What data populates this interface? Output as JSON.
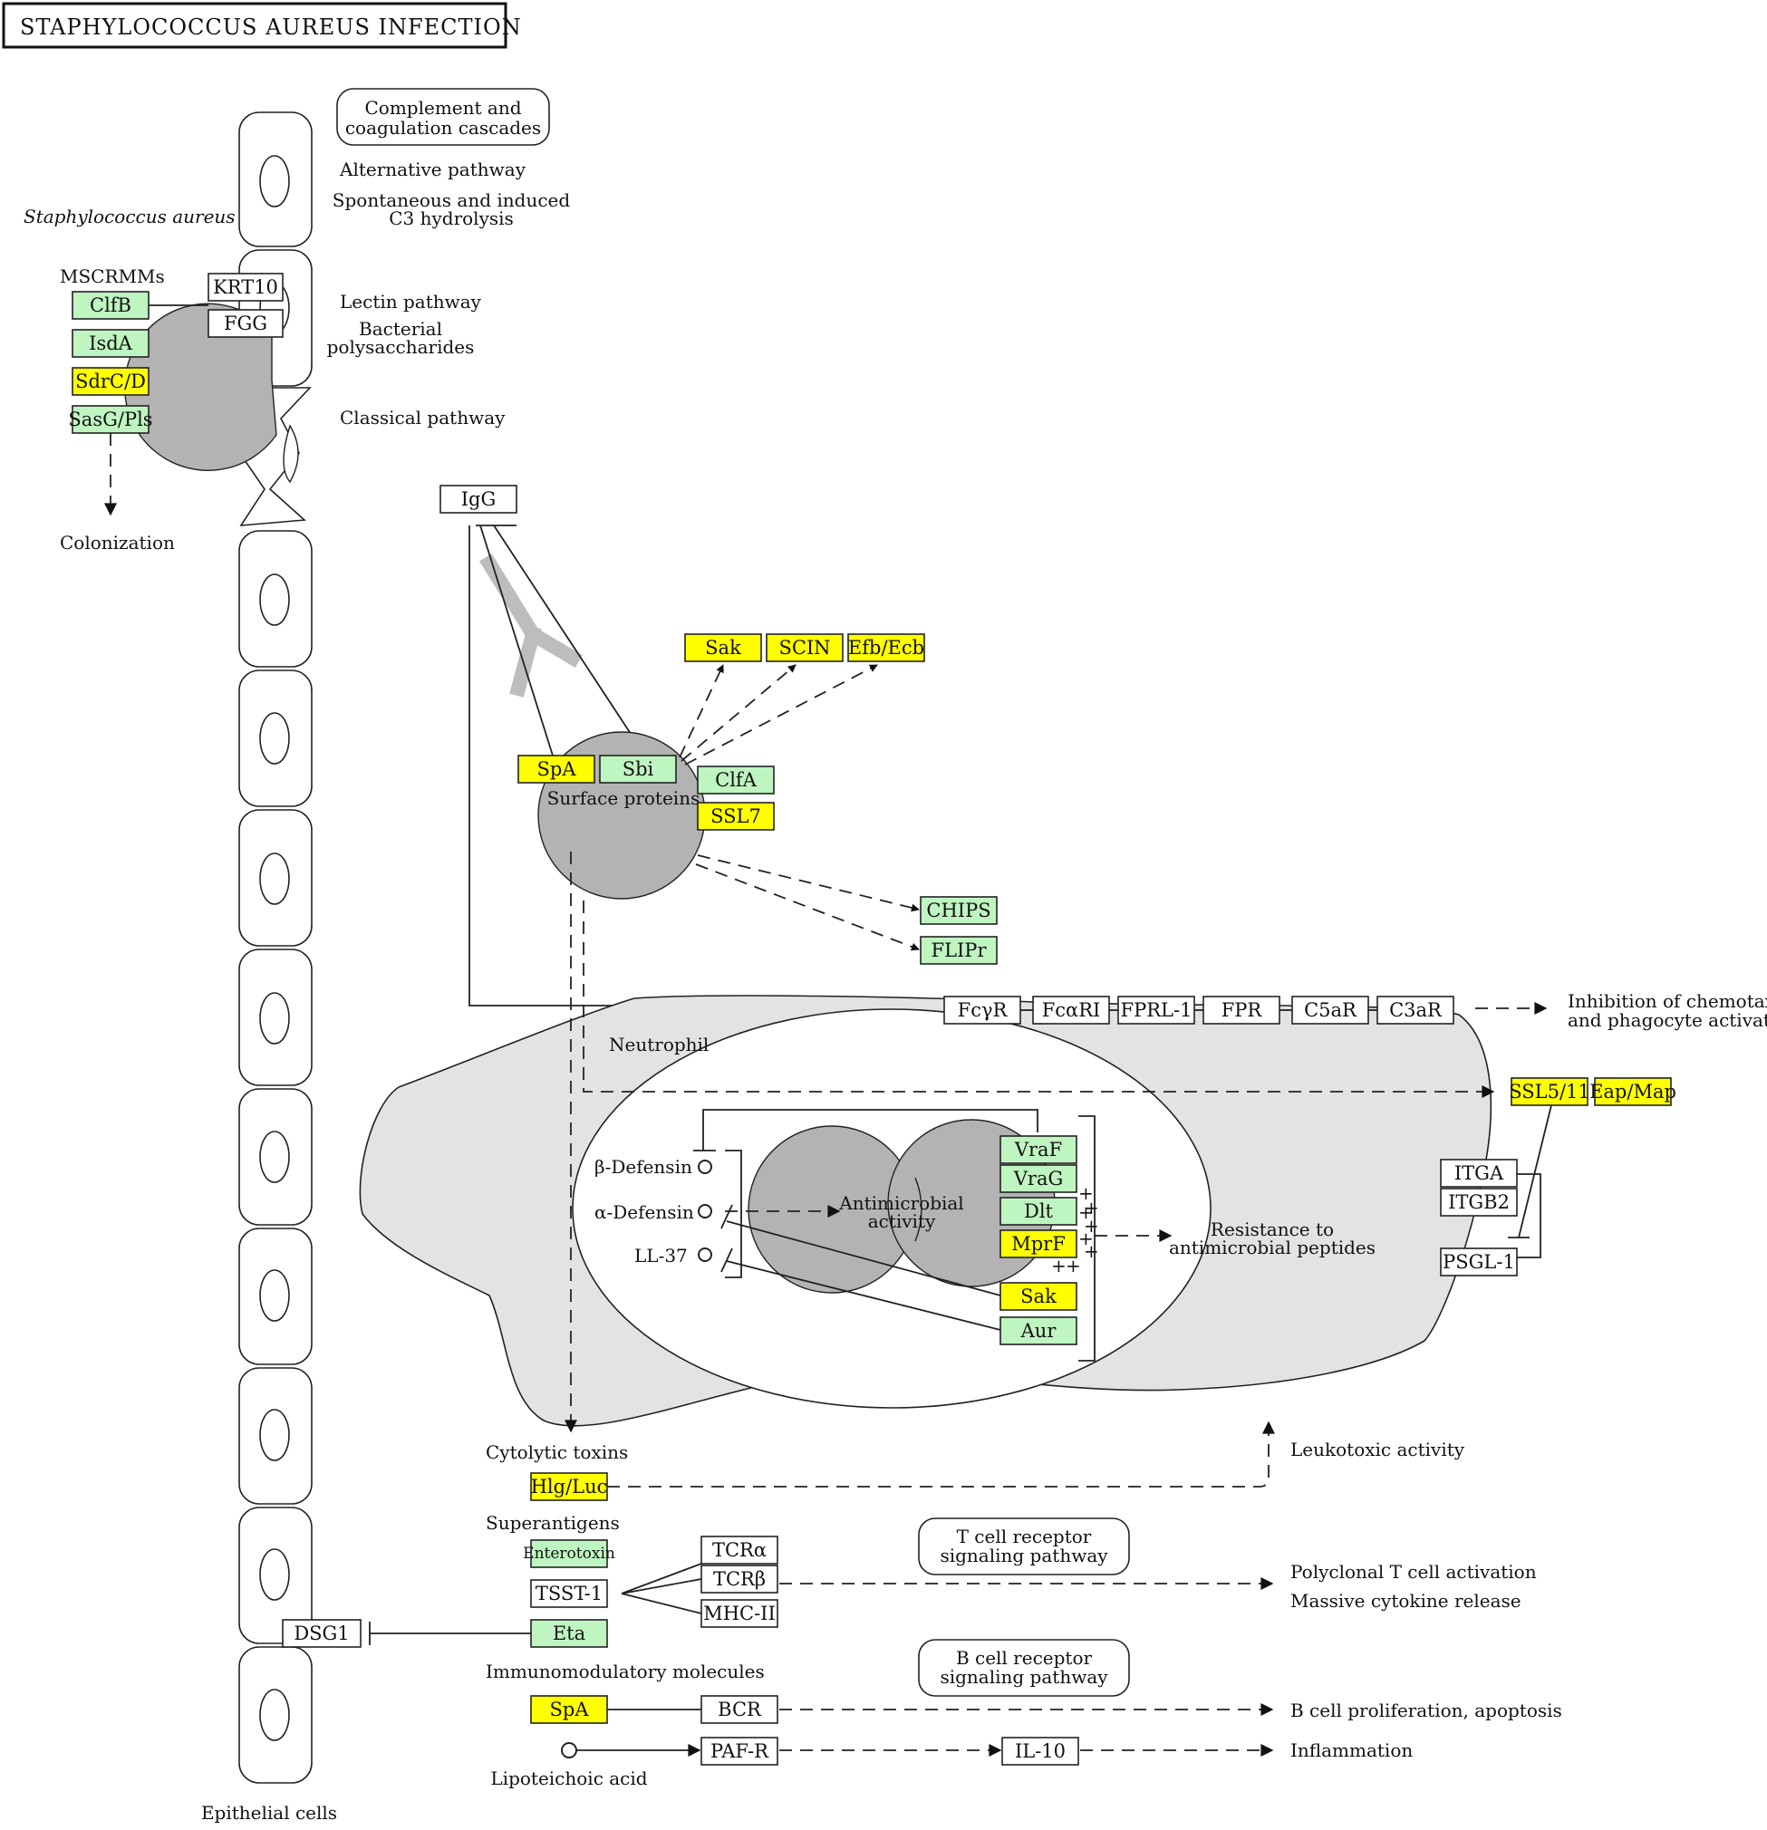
{
  "title": "STAPHYLOCOCCUS AUREUS INFECTION",
  "colors": {
    "green_gene": "#bff5c0",
    "yellow_gene": "#ffff00",
    "white_gene": "#ffffff",
    "cell_gray": "#b3b3b3",
    "neutrophil_fill": "#e3e3e3"
  },
  "labels": {
    "complement_map": "Complement and coagulation cascades",
    "complement_map_l1": "Complement and",
    "complement_map_l2": "coagulation cascades",
    "alt_pathway": "Alternative pathway",
    "spont_l1": "Spontaneous and induced",
    "spont_l2": "C3 hydrolysis",
    "staph": "Staphylococcus aureus",
    "mscrmms": "MSCRMMs",
    "lectin": "Lectin pathway",
    "bact_l1": "Bacterial",
    "bact_l2": "polysaccharides",
    "classical": "Classical pathway",
    "colonization": "Colonization",
    "surface_proteins": "Surface proteins",
    "neutrophil": "Neutrophil",
    "inhibition_l1": "Inhibition of chemotaxis",
    "inhibition_l2": "and phagocyte activation",
    "beta_defensin": "β-Defensin",
    "alpha_defensin": "α-Defensin",
    "ll37": "LL-37",
    "antimicrobial_l1": "Antimicrobial",
    "antimicrobial_l2": "activity",
    "resistance_l1": "Resistance to",
    "resistance_l2": "antimicrobial peptides",
    "cytolytic": "Cytolytic toxins",
    "leukotoxic": "Leukotoxic activity",
    "superantigens": "Superantigens",
    "tcr_map_l1": "T cell receptor",
    "tcr_map_l2": "signaling pathway",
    "polyclonal": "Polyclonal T cell activation",
    "cytokine": "Massive cytokine release",
    "immunomod": "Immunomodulatory molecules",
    "bcr_map_l1": "B cell receptor",
    "bcr_map_l2": "signaling pathway",
    "bcell": "B cell proliferation, apoptosis",
    "inflammation": "Inflammation",
    "lipoteichoic": "Lipoteichoic acid",
    "epithelial": "Epithelial cells",
    "plus": "+"
  },
  "genes": {
    "krt10": "KRT10",
    "fgg": "FGG",
    "clfb": "ClfB",
    "isda": "IsdA",
    "sdrcd": "SdrC/D",
    "sasg": "SasG/Pls",
    "igg": "IgG",
    "sak": "Sak",
    "scin": "SCIN",
    "efb": "Efb/Ecb",
    "spa": "SpA",
    "sbi": "Sbi",
    "clfa": "ClfA",
    "ssl7": "SSL7",
    "chips": "CHIPS",
    "flipr": "FLIPr",
    "fcyr": "FcγR",
    "fcari": "FcαRI",
    "fprl1": "FPRL-1",
    "fpr": "FPR",
    "c5ar": "C5aR",
    "c3ar": "C3aR",
    "ssl511": "SSL5/11",
    "eap": "Eap/Map",
    "itga": "ITGA",
    "itgb2": "ITGB2",
    "psgl1": "PSGL-1",
    "vraf": "VraF",
    "vrag": "VraG",
    "dlt": "Dlt",
    "mprf": "MprF",
    "sak2": "Sak",
    "aur": "Aur",
    "hlg": "Hlg/Luc",
    "enterotoxin": "Enterotoxin",
    "tsst1": "TSST-1",
    "eta": "Eta",
    "tcra": "TCRα",
    "tcrb": "TCRβ",
    "mhc2": "MHC-II",
    "dsg1": "DSG1",
    "spa2": "SpA",
    "bcr": "BCR",
    "pafr": "PAF-R",
    "il10": "IL-10"
  }
}
